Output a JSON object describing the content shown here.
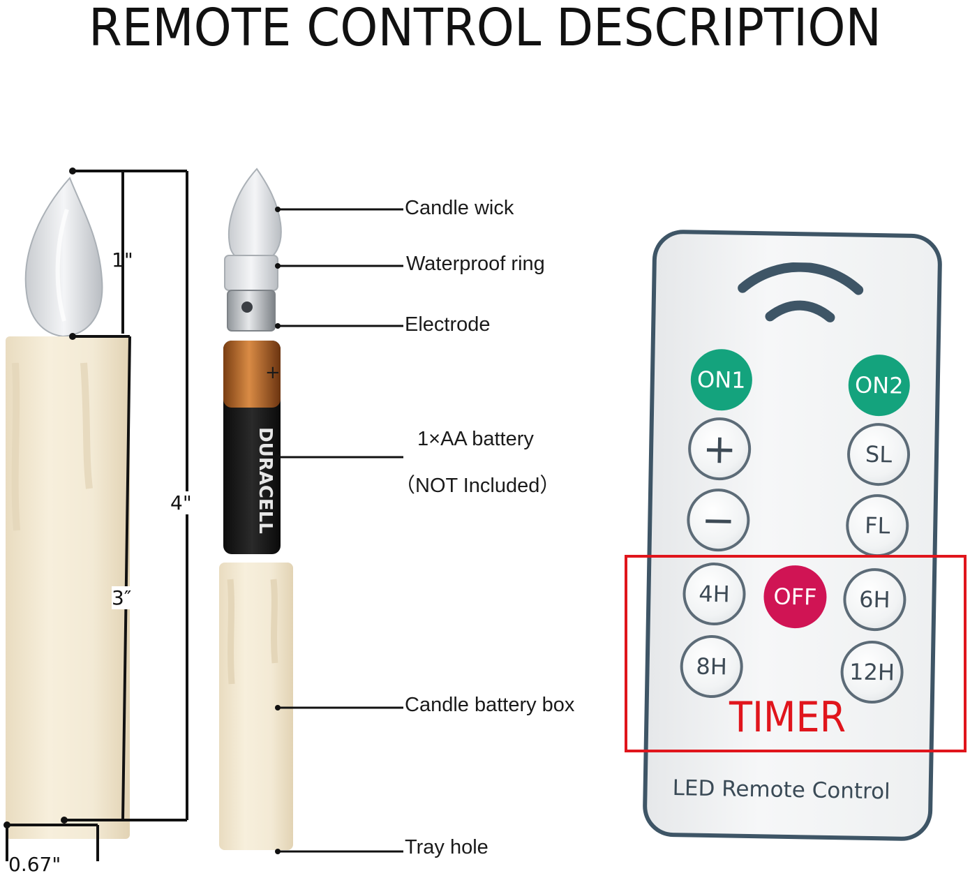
{
  "title": "REMOTE CONTROL DESCRIPTION",
  "dimensions": {
    "total_height": "4\"",
    "flame_height": "1\"",
    "body_height": "3″",
    "width": "0.67\""
  },
  "parts": {
    "wick": "Candle wick",
    "ring": "Waterproof ring",
    "electrode": "Electrode",
    "battery": "1×AA battery",
    "battery_note": "（NOT Included）",
    "battery_box": "Candle battery box",
    "tray_hole": "Tray hole"
  },
  "battery_brand": "DURACELL",
  "remote": {
    "buttons": {
      "on1": "ON1",
      "on2": "ON2",
      "plus": "+",
      "sl": "SL",
      "minus": "−",
      "fl": "FL",
      "h4": "4H",
      "off": "OFF",
      "h6": "6H",
      "h8": "8H",
      "h12": "12H"
    },
    "timer_label": "TIMER",
    "footer": "LED Remote Control"
  },
  "colors": {
    "on_button": "#14a37d",
    "off_button": "#d01454",
    "timer_highlight": "#e0151c",
    "remote_border": "#3e5566",
    "candle": "#f3ead5"
  },
  "icons": {
    "signal": "wireless-signal-icon"
  }
}
